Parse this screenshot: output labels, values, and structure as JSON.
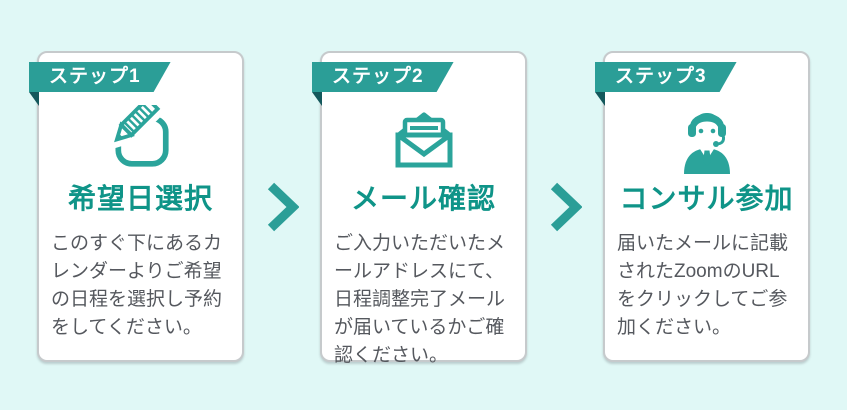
{
  "background_color": "#e0f8f6",
  "colors": {
    "ribbon": "#2b9e97",
    "ribbon_fold": "#14585c",
    "title": "#0f9488",
    "icon": "#2ba49b",
    "arrow": "#2b9e97",
    "body_text": "#55585e",
    "card_border": "#c6cacc",
    "card_background": "#ffffff"
  },
  "steps": [
    {
      "ribbon": "ステップ1",
      "title": "希望日選択",
      "body": "このすぐ下にあるカレンダーよりご希望の日程を選択し予約をしてください。",
      "icon": "pencil-square-icon"
    },
    {
      "ribbon": "ステップ2",
      "title": "メール確認",
      "body": "ご入力いただいたメールアドレスにて、日程調整完了メールが届いているかご確認ください。",
      "icon": "open-envelope-icon"
    },
    {
      "ribbon": "ステップ3",
      "title": "コンサル参加",
      "body": "届いたメールに記載されたZoomのURLをクリックしてご参加ください。",
      "icon": "headset-operator-icon"
    }
  ]
}
